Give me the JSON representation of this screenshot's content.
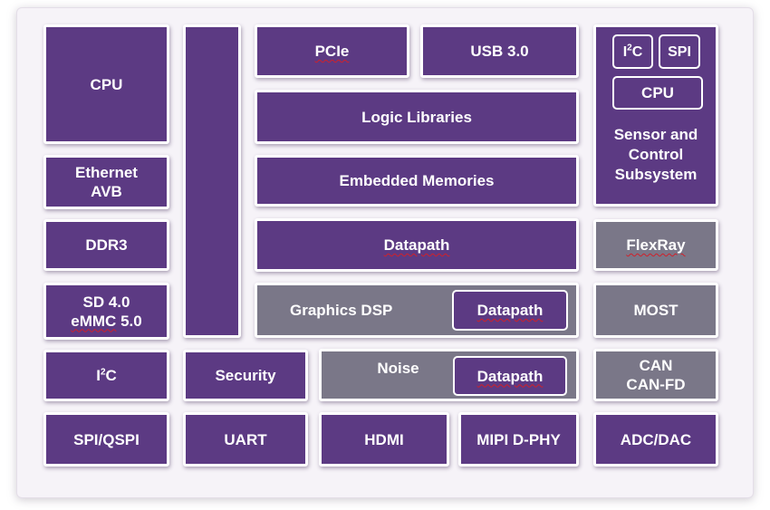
{
  "blocks": {
    "cpu": "CPU",
    "ethernet_line1": "Ethernet",
    "ethernet_line2": "AVB",
    "ddr3": "DDR3",
    "sd_line1": "SD 4.0",
    "sd_line2_a": "eMMC",
    "sd_line2_b": " 5.0",
    "i2c_main_prefix": "I",
    "i2c_main_sup": "2",
    "i2c_main_suffix": "C",
    "spi_qspi": "SPI/QSPI",
    "pcie": "PCIe",
    "usb": "USB 3.0",
    "logic_libraries": "Logic Libraries",
    "embedded_memories": "Embedded Memories",
    "datapath_main": "Datapath",
    "graphics_dsp": "Graphics DSP",
    "datapath_graphics": "Datapath",
    "security": "Security",
    "noise": "Noise",
    "datapath_noise": "Datapath",
    "uart": "UART",
    "hdmi": "HDMI",
    "mipi": "MIPI D-PHY",
    "sensor_i2c_prefix": "I",
    "sensor_i2c_sup": "2",
    "sensor_i2c_suffix": "C",
    "sensor_spi": "SPI",
    "sensor_cpu": "CPU",
    "sensor_line1": "Sensor and",
    "sensor_line2": "Control",
    "sensor_line3": "Subsystem",
    "flexray": "FlexRay",
    "most": "MOST",
    "can_line1": "CAN",
    "can_line2": "CAN-FD",
    "adc_dac": "ADC/DAC"
  },
  "colors": {
    "block_purple": "#5c3a83",
    "block_gray": "#7a7788",
    "frame_bg": "#f6f3f8",
    "spellcheck_underline": "#d0202a"
  }
}
